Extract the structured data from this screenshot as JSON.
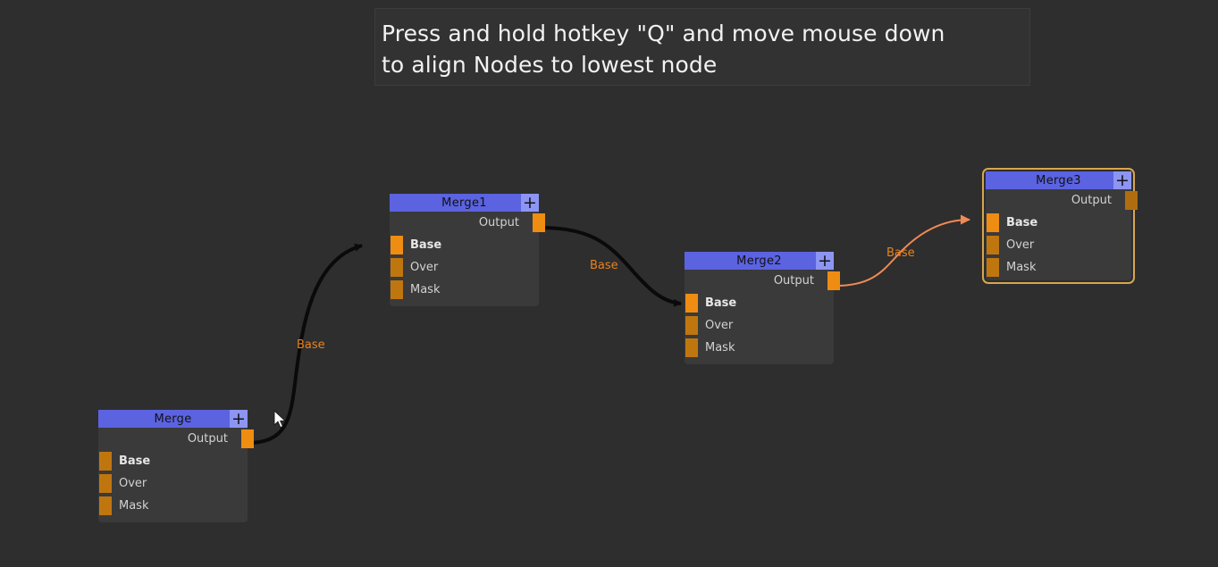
{
  "app": {
    "background_color": "#2e2e2e",
    "title_bar_color": "#5b63e0",
    "port_color": "#ef8c12",
    "selection_color": "#d8a64e",
    "wire_color": "#0a0a0a",
    "selected_wire_color": "#f08a55",
    "label_color": "#e8821e"
  },
  "hint": {
    "line1": "Press and hold hotkey \"Q\" and move mouse down",
    "line2": "to align Nodes to lowest node"
  },
  "nodes": [
    {
      "id": "merge",
      "title": "Merge",
      "plus": "+",
      "selected": false,
      "output": {
        "label": "Output",
        "connected": true
      },
      "inputs": [
        {
          "label": "Base",
          "connected": false,
          "bold": true
        },
        {
          "label": "Over",
          "connected": false,
          "bold": false
        },
        {
          "label": "Mask",
          "connected": false,
          "bold": false
        }
      ]
    },
    {
      "id": "merge1",
      "title": "Merge1",
      "plus": "+",
      "selected": false,
      "output": {
        "label": "Output",
        "connected": true
      },
      "inputs": [
        {
          "label": "Base",
          "connected": true,
          "bold": true
        },
        {
          "label": "Over",
          "connected": false,
          "bold": false
        },
        {
          "label": "Mask",
          "connected": false,
          "bold": false
        }
      ]
    },
    {
      "id": "merge2",
      "title": "Merge2",
      "plus": "+",
      "selected": false,
      "output": {
        "label": "Output",
        "connected": true
      },
      "inputs": [
        {
          "label": "Base",
          "connected": true,
          "bold": true
        },
        {
          "label": "Over",
          "connected": false,
          "bold": false
        },
        {
          "label": "Mask",
          "connected": false,
          "bold": false
        }
      ]
    },
    {
      "id": "merge3",
      "title": "Merge3",
      "plus": "+",
      "selected": true,
      "output": {
        "label": "Output",
        "connected": false
      },
      "inputs": [
        {
          "label": "Base",
          "connected": true,
          "bold": true
        },
        {
          "label": "Over",
          "connected": false,
          "bold": false
        },
        {
          "label": "Mask",
          "connected": false,
          "bold": false
        }
      ]
    }
  ],
  "connections": [
    {
      "id": "merge-to-merge1",
      "label": "Base",
      "selected": false
    },
    {
      "id": "merge1-to-merge2",
      "label": "Base",
      "selected": false
    },
    {
      "id": "merge2-to-merge3",
      "label": "Base",
      "selected": true
    }
  ]
}
